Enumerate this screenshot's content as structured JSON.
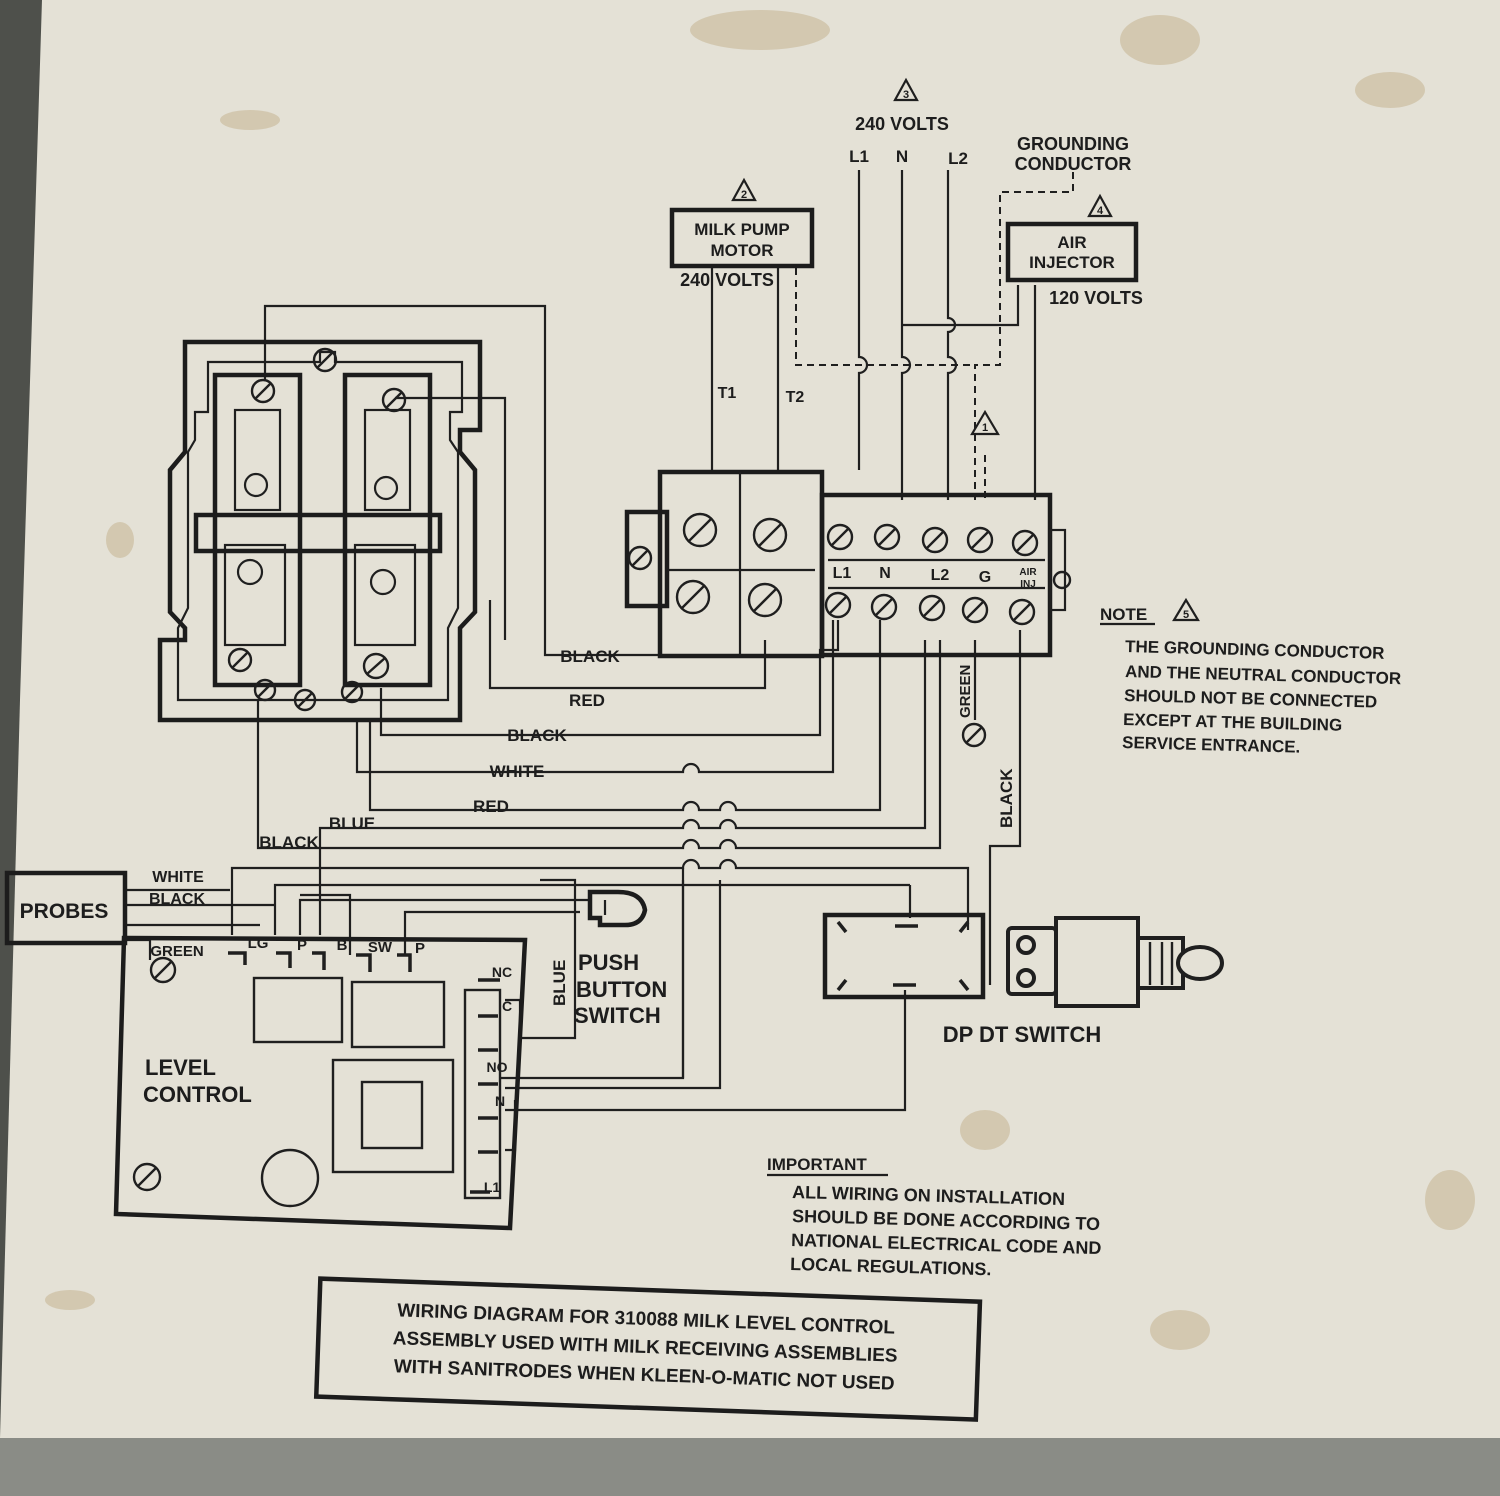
{
  "voltage": {
    "marker": "3",
    "label": "240 VOLTS",
    "lines": [
      "L1",
      "N",
      "L2"
    ]
  },
  "grounding": {
    "line1": "GROUNDING",
    "line2": "CONDUCTOR"
  },
  "pump": {
    "marker": "2",
    "line1": "MILK PUMP",
    "line2": "MOTOR",
    "volts": "240 VOLTS",
    "t1": "T1",
    "t2": "T2"
  },
  "injector": {
    "marker": "4",
    "line1": "AIR",
    "line2": "INJECTOR",
    "volts": "120 VOLTS"
  },
  "ground_marker": "1",
  "terminal": {
    "labels": [
      "L1",
      "N",
      "L2",
      "G"
    ],
    "air1": "AIR",
    "air2": "INJ"
  },
  "note": {
    "title": "NOTE",
    "marker": "5",
    "lines": [
      "THE GROUNDING CONDUCTOR",
      "AND THE NEUTRAL CONDUCTOR",
      "SHOULD NOT BE CONNECTED",
      "EXCEPT AT THE BUILDING",
      "SERVICE ENTRANCE."
    ]
  },
  "wires": {
    "black1": "BLACK",
    "red1": "RED",
    "black2": "BLACK",
    "white": "WHITE",
    "red2": "RED",
    "blue": "BLUE",
    "black3": "BLACK",
    "green": "GREEN",
    "black_v": "BLACK",
    "blue_v": "BLUE",
    "white_p": "WHITE",
    "black_p": "BLACK",
    "green_p": "GREEN"
  },
  "probes": "PROBES",
  "level_terms": [
    "LG",
    "P",
    "B",
    "SW",
    "P"
  ],
  "relay_terms": [
    "NC",
    "C",
    "NO",
    "N",
    "L1"
  ],
  "level": {
    "line1": "LEVEL",
    "line2": "CONTROL"
  },
  "push": {
    "line1": "PUSH",
    "line2": "BUTTON",
    "line3": "SWITCH"
  },
  "dpdt": "DP DT SWITCH",
  "important": {
    "title": "IMPORTANT",
    "lines": [
      "ALL WIRING ON INSTALLATION",
      "SHOULD BE DONE ACCORDING TO",
      "NATIONAL ELECTRICAL CODE AND",
      "LOCAL REGULATIONS."
    ]
  },
  "caption": {
    "lines": [
      "WIRING DIAGRAM FOR 310088 MILK LEVEL CONTROL",
      "ASSEMBLY USED WITH MILK RECEIVING ASSEMBLIES",
      "WITH SANITRODES WHEN KLEEN-O-MATIC NOT USED"
    ]
  },
  "colors": {
    "paper": "#e4e1d6",
    "ink": "#1d1d1d",
    "metal": "#6a6c66",
    "stain": "#b59a6a"
  }
}
